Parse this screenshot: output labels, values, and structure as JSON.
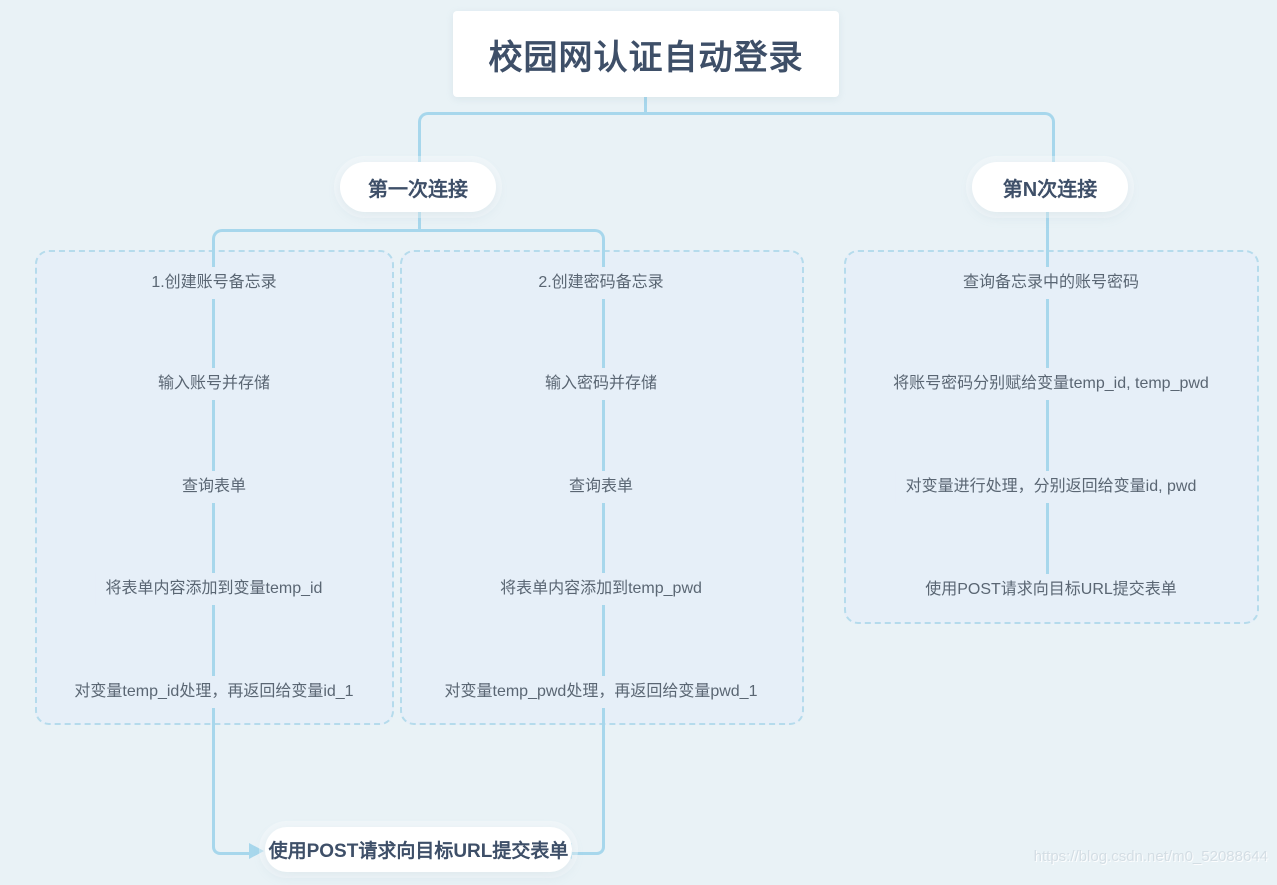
{
  "title": "校园网认证自动登录",
  "branches": {
    "first": {
      "label": "第一次连接"
    },
    "nth": {
      "label": "第N次连接"
    }
  },
  "columns": [
    {
      "name": "account-memo",
      "items": [
        "1.创建账号备忘录",
        "输入账号并存储",
        "查询表单",
        "将表单内容添加到变量temp_id",
        "对变量temp_id处理，再返回给变量id_1"
      ]
    },
    {
      "name": "password-memo",
      "items": [
        "2.创建密码备忘录",
        "输入密码并存储",
        "查询表单",
        "将表单内容添加到temp_pwd",
        "对变量temp_pwd处理，再返回给变量pwd_1"
      ]
    },
    {
      "name": "nth-connection",
      "items": [
        "查询备忘录中的账号密码",
        "将账号密码分别赋给变量temp_id, temp_pwd",
        "对变量进行处理，分别返回给变量id, pwd",
        "使用POST请求向目标URL提交表单"
      ]
    }
  ],
  "final_node": "使用POST请求向目标URL提交表单",
  "watermark": "https://blog.csdn.net/m0_52088644",
  "colors": {
    "background": "#e9f2f6",
    "connector": "#a7d7ec",
    "group_border": "#b5dbec",
    "group_fill": "#e6eff8",
    "node_text": "#5a6673",
    "title_text": "#3e4f68"
  }
}
